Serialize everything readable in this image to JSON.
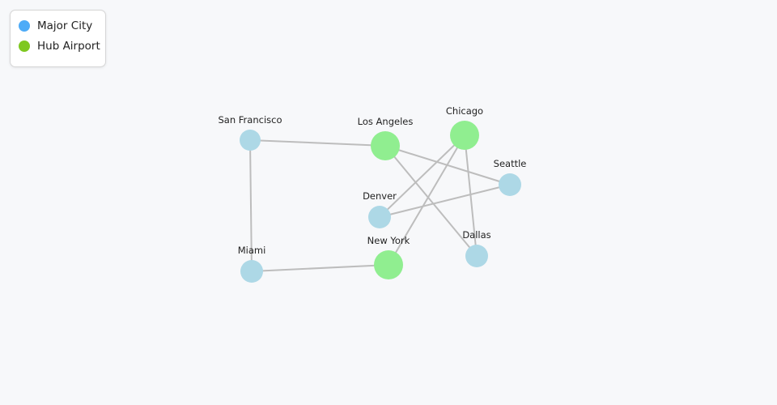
{
  "legend": {
    "items": [
      {
        "label": "Major City",
        "color": "#4dabf7"
      },
      {
        "label": "Hub Airport",
        "color": "#7ec820"
      }
    ]
  },
  "colors": {
    "city": "#add8e6",
    "hub": "#90ee90",
    "edge": "#bdbdbd"
  },
  "nodes": [
    {
      "id": "sf",
      "label": "San Francisco",
      "type": "city"
    },
    {
      "id": "la",
      "label": "Los Angeles",
      "type": "hub"
    },
    {
      "id": "chi",
      "label": "Chicago",
      "type": "hub"
    },
    {
      "id": "sea",
      "label": "Seattle",
      "type": "city"
    },
    {
      "id": "den",
      "label": "Denver",
      "type": "city"
    },
    {
      "id": "dal",
      "label": "Dallas",
      "type": "city"
    },
    {
      "id": "mia",
      "label": "Miami",
      "type": "city"
    },
    {
      "id": "ny",
      "label": "New York",
      "type": "hub"
    }
  ],
  "edges": [
    [
      "sf",
      "la"
    ],
    [
      "sf",
      "mia"
    ],
    [
      "mia",
      "ny"
    ],
    [
      "la",
      "sea"
    ],
    [
      "la",
      "dal"
    ],
    [
      "chi",
      "den"
    ],
    [
      "chi",
      "ny"
    ],
    [
      "chi",
      "dal"
    ],
    [
      "den",
      "sea"
    ]
  ]
}
